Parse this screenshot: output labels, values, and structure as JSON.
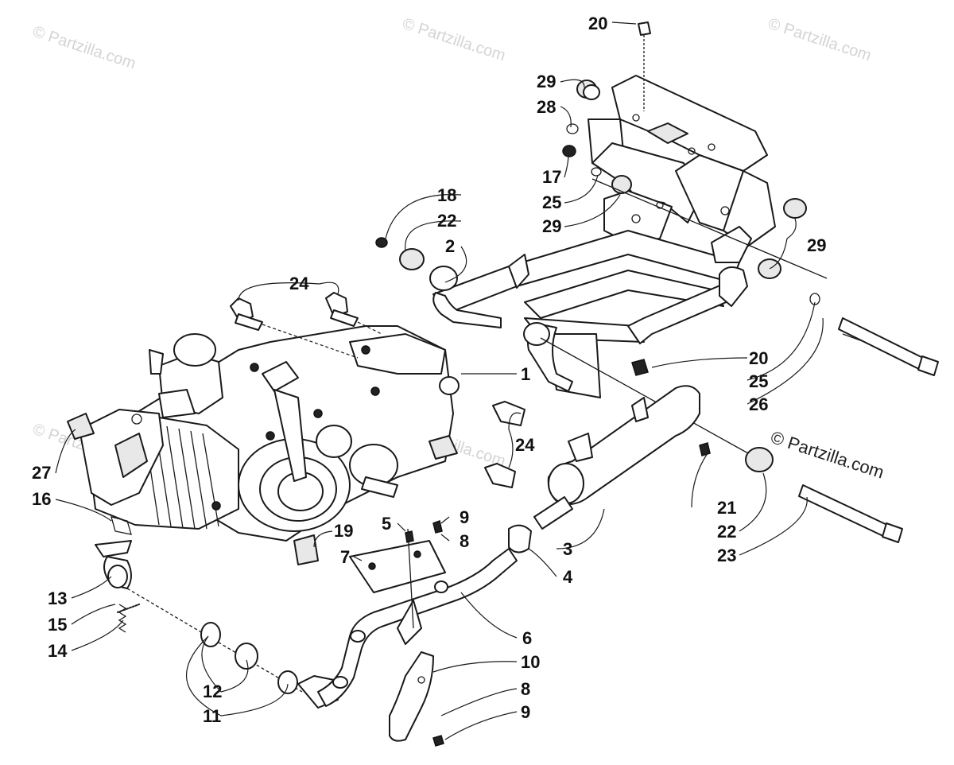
{
  "watermark": "© Partzilla.com",
  "copyright": "© Partzilla.com",
  "callouts": [
    {
      "id": "c20a",
      "text": "20"
    },
    {
      "id": "c29a",
      "text": "29"
    },
    {
      "id": "c28",
      "text": "28"
    },
    {
      "id": "c17",
      "text": "17"
    },
    {
      "id": "c25a",
      "text": "25"
    },
    {
      "id": "c29b",
      "text": "29"
    },
    {
      "id": "c29c",
      "text": "29"
    },
    {
      "id": "c18",
      "text": "18"
    },
    {
      "id": "c22a",
      "text": "22"
    },
    {
      "id": "c2",
      "text": "2"
    },
    {
      "id": "c24a",
      "text": "24"
    },
    {
      "id": "c1",
      "text": "1"
    },
    {
      "id": "c20b",
      "text": "20"
    },
    {
      "id": "c25b",
      "text": "25"
    },
    {
      "id": "c26",
      "text": "26"
    },
    {
      "id": "c24b",
      "text": "24"
    },
    {
      "id": "c27",
      "text": "27"
    },
    {
      "id": "c16",
      "text": "16"
    },
    {
      "id": "c19",
      "text": "19"
    },
    {
      "id": "c5",
      "text": "5"
    },
    {
      "id": "c9a",
      "text": "9"
    },
    {
      "id": "c8a",
      "text": "8"
    },
    {
      "id": "c7",
      "text": "7"
    },
    {
      "id": "c21",
      "text": "21"
    },
    {
      "id": "c22b",
      "text": "22"
    },
    {
      "id": "c23",
      "text": "23"
    },
    {
      "id": "c3",
      "text": "3"
    },
    {
      "id": "c4",
      "text": "4"
    },
    {
      "id": "c13",
      "text": "13"
    },
    {
      "id": "c15",
      "text": "15"
    },
    {
      "id": "c14",
      "text": "14"
    },
    {
      "id": "c6",
      "text": "6"
    },
    {
      "id": "c10",
      "text": "10"
    },
    {
      "id": "c8b",
      "text": "8"
    },
    {
      "id": "c9b",
      "text": "9"
    },
    {
      "id": "c12",
      "text": "12"
    },
    {
      "id": "c11",
      "text": "11"
    }
  ]
}
